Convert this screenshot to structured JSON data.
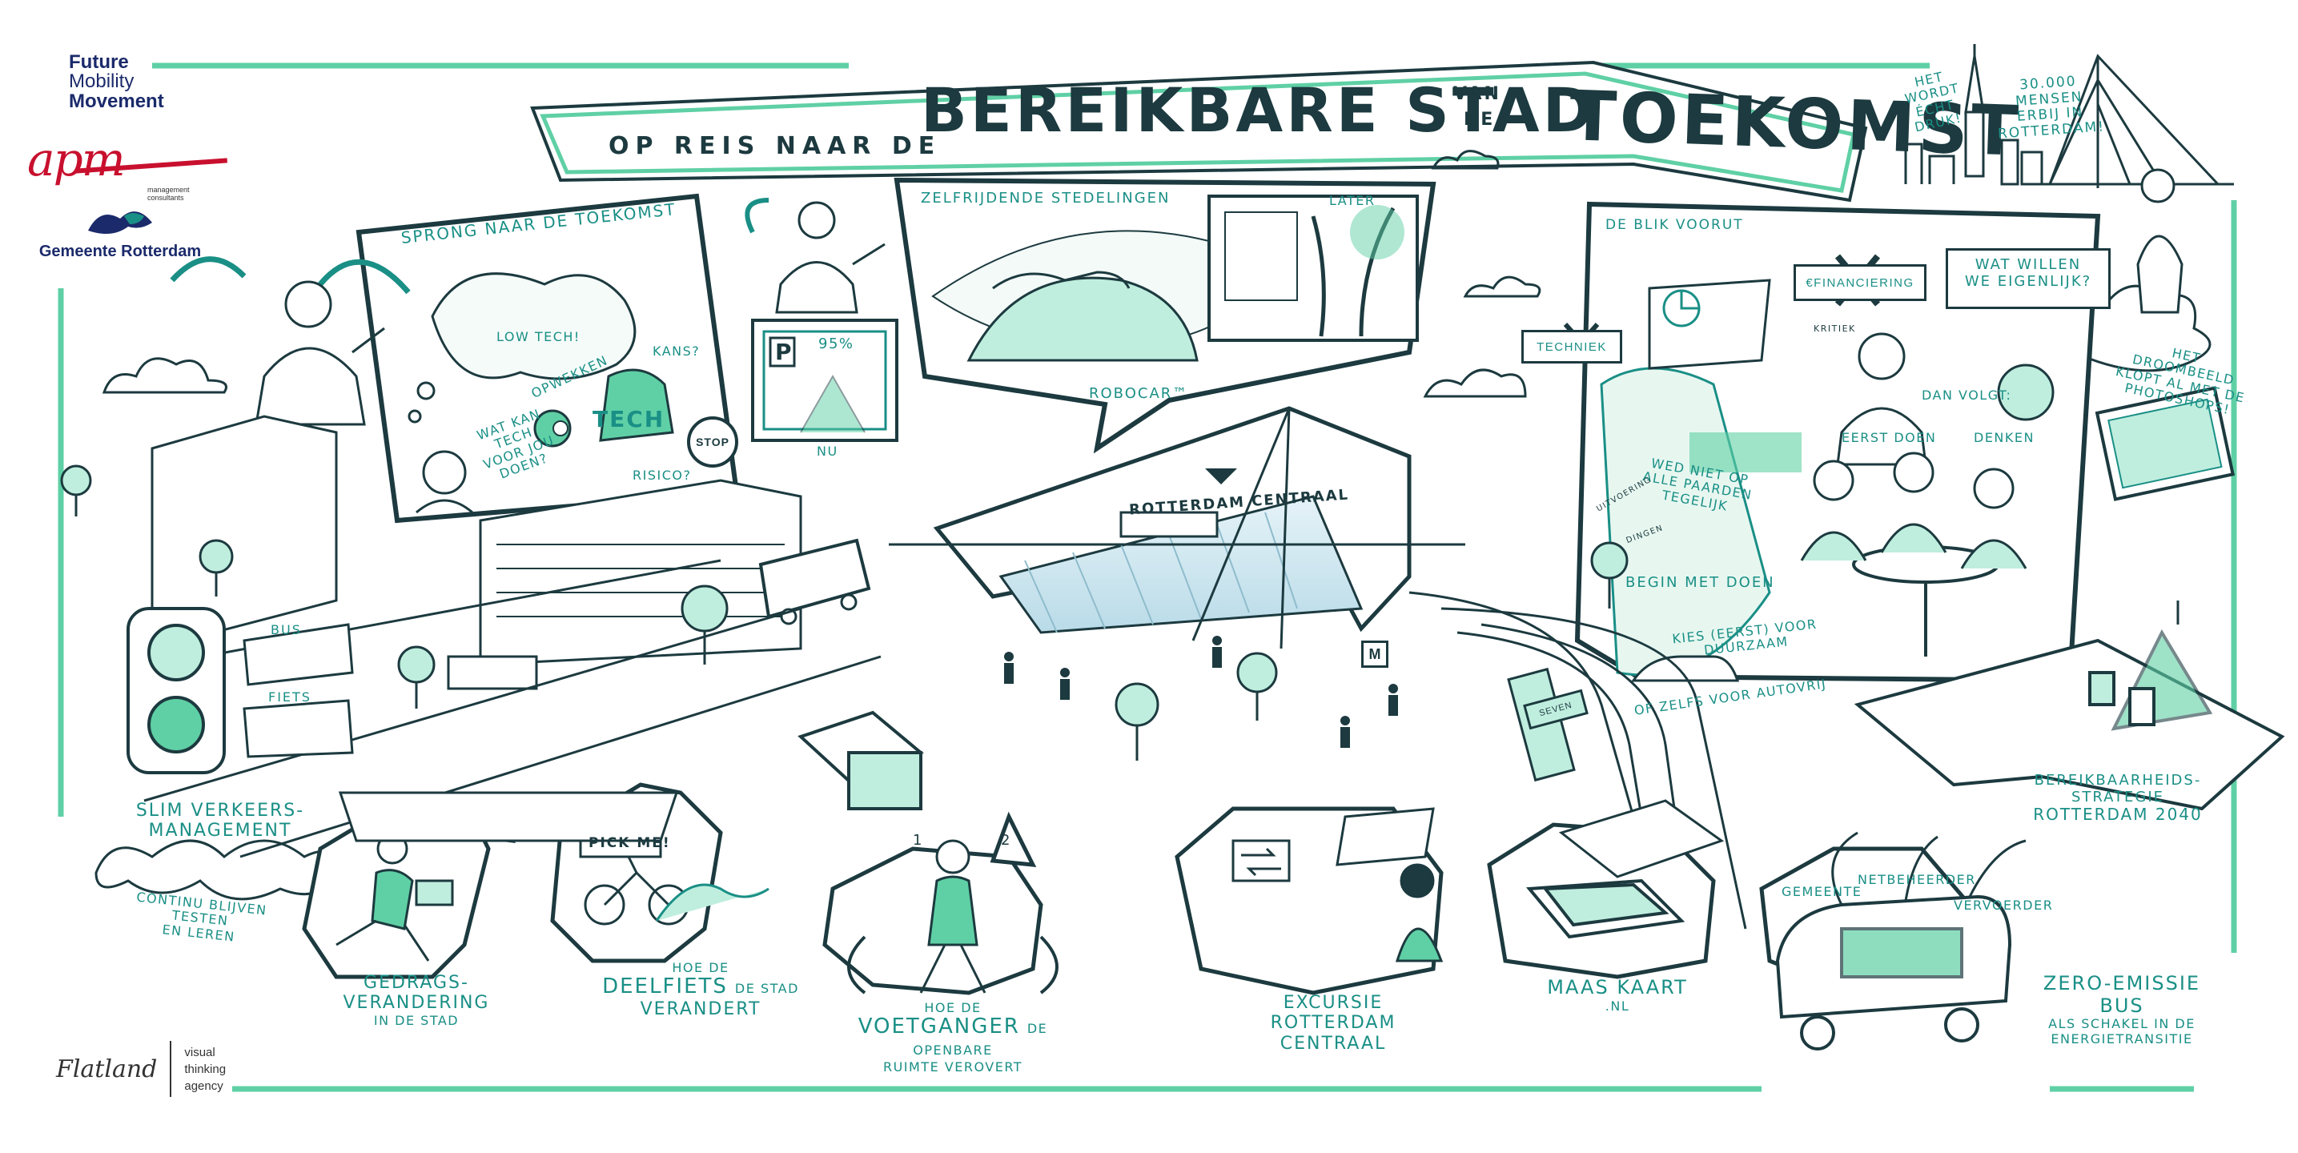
{
  "logos": {
    "fmm_line1": "Future",
    "fmm_line2": "Mobility",
    "fmm_line3": "Movement",
    "apm_word": "apm",
    "apm_sub": "management consultants",
    "rotterdam": "Gemeente Rotterdam",
    "flatland_word": "Flatland",
    "agency_line1": "visual",
    "agency_line2": "thinking",
    "agency_line3": "agency"
  },
  "title": {
    "part1": "OP REIS NAAR DE",
    "part2": "BEREIKBARE STAD",
    "van": "VAN",
    "de": "DE",
    "part3": "TOEKOMST"
  },
  "top_right_note": {
    "text1": "HET",
    "text2": "WORDT",
    "text3": "ÉCHT DRUK!",
    "stat1": "30.000",
    "stat2": "MENSEN",
    "stat3": "ERBIJ IN",
    "stat4": "ROTTERDAM!"
  },
  "panels": {
    "sprong": {
      "title": "SPRONG NAAR DE TOEKOMST",
      "low_tech": "LOW TECH!",
      "kans": "KANS?",
      "opwekken": "OPWEKKEN",
      "tech": "TECH",
      "wat_kan": "WAT KAN",
      "tech2": "TECH",
      "voor_jou": "VOOR JOU",
      "doen": "DOEN?",
      "risico": "RISICO?",
      "stop": "STOP"
    },
    "zelfrijdende": {
      "title": "ZELFRIJDENDE STEDELINGEN",
      "later": "LATER",
      "p": "P",
      "pct": "95%",
      "nu": "NU",
      "robocar": "ROBOCAR™"
    },
    "blik": {
      "title": "DE BLIK VOORUT",
      "financiering": "€FINANCIERING",
      "wat_willen": "WAT WILLEN",
      "we_eigenlijk": "WE EIGENLIJK?",
      "techniek": "TECHNIEK",
      "kritiek": "KRITIEK",
      "dan_volgt": "DAN VOLGT:",
      "eerst_doen": "EERST DOEN",
      "denken": "DENKEN",
      "droombeeld1": "HET DROOMBEELD",
      "droombeeld2": "KLOPT AL MET DE",
      "droombeeld3": "PHOTOSHOPS!",
      "wed1": "WED NIET OP",
      "wed2": "ALLE PAARDEN",
      "wed3": "TEGELIJK",
      "begin": "BEGIN MET DOEN",
      "kies1": "KIES (EERST) VOOR",
      "kies2": "DUURZAAM",
      "zelfs": "OF ZELFS VOOR AUTOVRIJ",
      "uitvoering": "UITVOERING",
      "dingen": "DINGEN"
    }
  },
  "station": {
    "name": "ROTTERDAM CENTRAAL",
    "metro": "M",
    "sign": "SEVEN"
  },
  "labels": {
    "verkeer1": "SLIM VERKEERS-",
    "verkeer2": "MANAGEMENT",
    "continu1": "CONTINU BLIJVEN TESTEN",
    "continu2": "EN LEREN",
    "bus": "BUS",
    "fiets": "FIETS",
    "gedrag1": "GEDRAGS-",
    "gedrag2": "VERANDERING",
    "gedrag3": "IN DE STAD",
    "pickme": "PICK ME!",
    "deelfiets1": "HOE DE",
    "deelfiets2": "DEELFIETS",
    "deelfiets3": "DE STAD",
    "deelfiets4": "VERANDERT",
    "voet1": "HOE DE",
    "voet2": "VOETGANGER",
    "voet3": "DE OPENBARE",
    "voet4": "RUIMTE VEROVERT",
    "num1": "1",
    "num2": "2",
    "excursie1": "EXCURSIE",
    "excursie2": "ROTTERDAM CENTRAAL",
    "maas1": "MAAS KAART",
    "maas2": ".NL",
    "strategie1": "BEREIKBAARHEIDS-",
    "strategie2": "STRATEGIE",
    "strategie3": "ROTTERDAM 2040",
    "gemeente": "GEMEENTE",
    "netbeheerder": "NETBEHEERDER",
    "vervoerder": "VERVOERDER",
    "zero1": "ZERO-EMISSIE",
    "zero2": "BUS",
    "zero3": "ALS SCHAKEL IN DE",
    "zero4": "ENERGIETRANSITIE"
  },
  "colors": {
    "ink": "#1c3a3f",
    "accent": "#1a8f86",
    "accent_light": "#5fd0a5",
    "accent_fill": "#bfeede",
    "apm_red": "#c8102e",
    "fmm_blue": "#1b2a6b"
  }
}
